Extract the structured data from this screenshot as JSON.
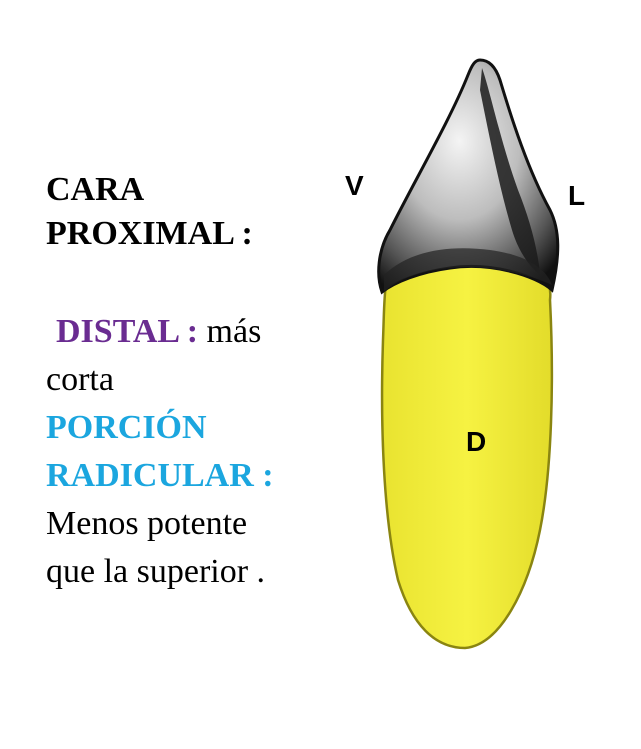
{
  "heading": {
    "line1": "CARA",
    "line2": "PROXIMAL :"
  },
  "description": {
    "distal_label": "DISTAL :",
    "distal_text_1": "más",
    "distal_text_2": "corta",
    "porcion_label_1": "PORCIÓN",
    "porcion_label_2": "RADICULAR :",
    "porcion_text_1": "Menos potente",
    "porcion_text_2": "que la superior ."
  },
  "markers": {
    "v": "V",
    "l": "L",
    "d": "D"
  },
  "colors": {
    "distal": "#6a2c91",
    "porcion": "#1ba6df",
    "root_fill": "#f2ee3a",
    "crown": "#1a1a1a"
  }
}
